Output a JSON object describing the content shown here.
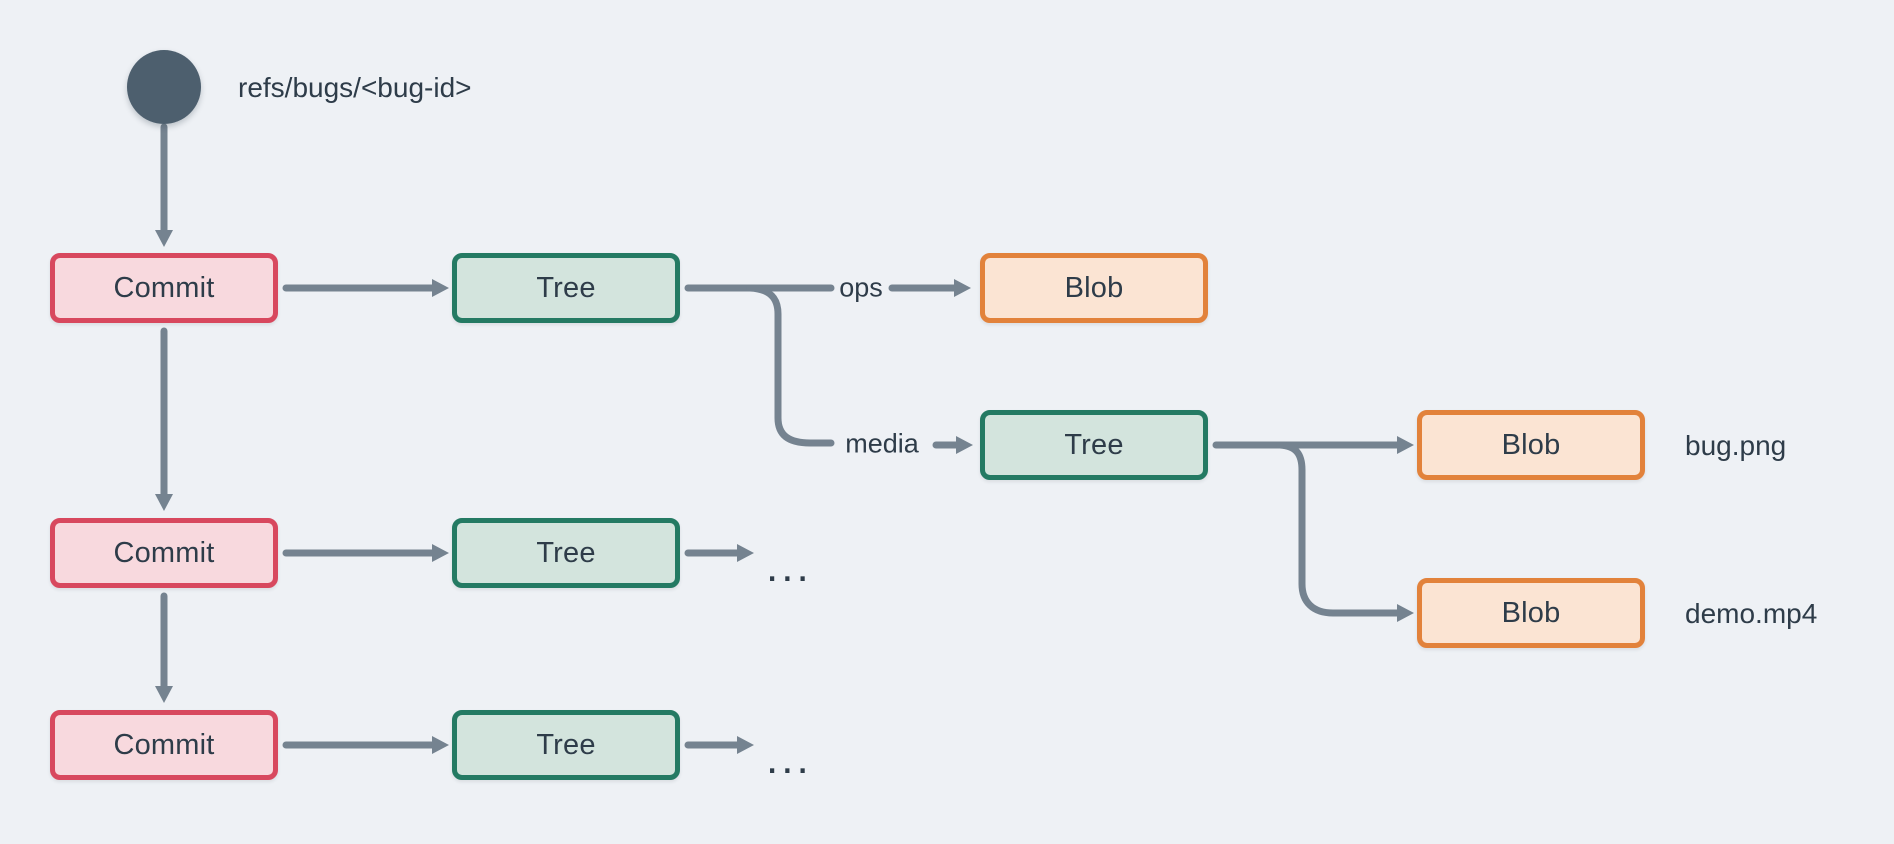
{
  "diagram": {
    "ref": {
      "label": "refs/bugs/<bug-id>"
    },
    "node_labels": {
      "commit": "Commit",
      "tree": "Tree",
      "blob": "Blob"
    },
    "edge_labels": {
      "ops": "ops",
      "media": "media"
    },
    "file_labels": {
      "bug": "bug.png",
      "demo": "demo.mp4"
    },
    "ellipsis": "...",
    "colors": {
      "background": "#eef1f5",
      "connector": "#758390",
      "ref_circle": "#4d5f6e",
      "text": "#2e3c49",
      "commit_fill": "#f8d9de",
      "commit_border": "#d8485e",
      "tree_fill": "#d3e4dd",
      "tree_border": "#247a63",
      "blob_fill": "#fbe4d3",
      "blob_border": "#e2823b"
    }
  }
}
